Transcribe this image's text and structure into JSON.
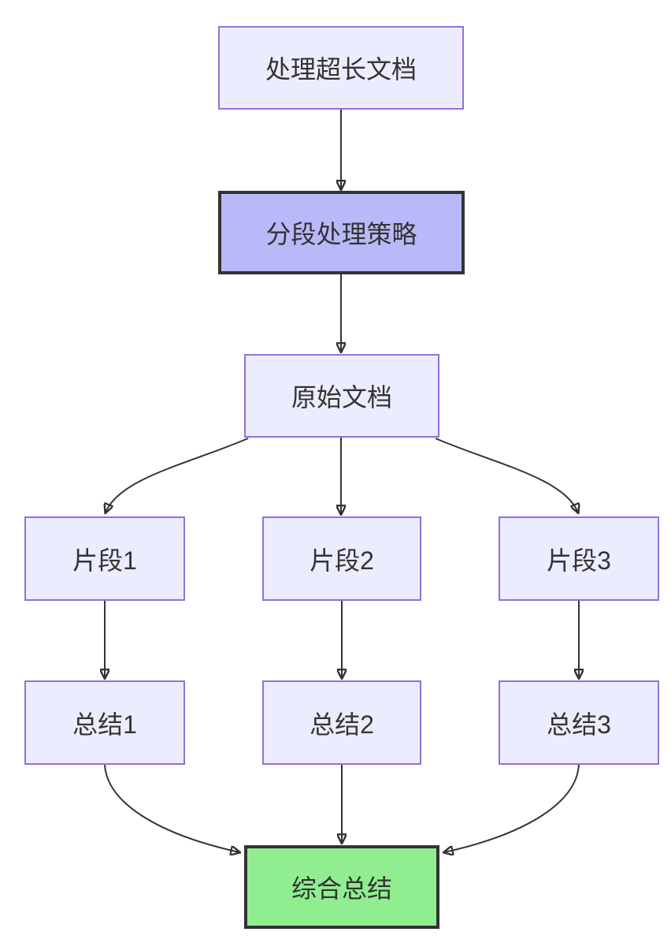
{
  "diagram": {
    "type": "flowchart",
    "direction": "top-down",
    "background": "#FFFFFF",
    "nodes": [
      {
        "id": "A",
        "label": "处理超长文档",
        "style": "default"
      },
      {
        "id": "B",
        "label": "分段处理策略",
        "style": "emphasis"
      },
      {
        "id": "C",
        "label": "原始文档",
        "style": "default"
      },
      {
        "id": "D1",
        "label": "片段1",
        "style": "default"
      },
      {
        "id": "D2",
        "label": "片段2",
        "style": "default"
      },
      {
        "id": "D3",
        "label": "片段3",
        "style": "default"
      },
      {
        "id": "E1",
        "label": "总结1",
        "style": "default"
      },
      {
        "id": "E2",
        "label": "总结2",
        "style": "default"
      },
      {
        "id": "E3",
        "label": "总结3",
        "style": "default"
      },
      {
        "id": "F",
        "label": "综合总结",
        "style": "success"
      }
    ],
    "edges": [
      {
        "from": "A",
        "to": "B"
      },
      {
        "from": "B",
        "to": "C"
      },
      {
        "from": "C",
        "to": "D1"
      },
      {
        "from": "C",
        "to": "D2"
      },
      {
        "from": "C",
        "to": "D3"
      },
      {
        "from": "D1",
        "to": "E1"
      },
      {
        "from": "D2",
        "to": "E2"
      },
      {
        "from": "D3",
        "to": "E3"
      },
      {
        "from": "E1",
        "to": "F"
      },
      {
        "from": "E2",
        "to": "F"
      },
      {
        "from": "E3",
        "to": "F"
      }
    ],
    "colors": {
      "default_fill": "#ECECFF",
      "default_border": "#9370DB",
      "emphasis_fill": "#B9B9F9",
      "emphasis_border": "#333333",
      "success_fill": "#90EE90",
      "success_border": "#333333",
      "edge_line": "#333333",
      "label_text": "#333333"
    }
  }
}
